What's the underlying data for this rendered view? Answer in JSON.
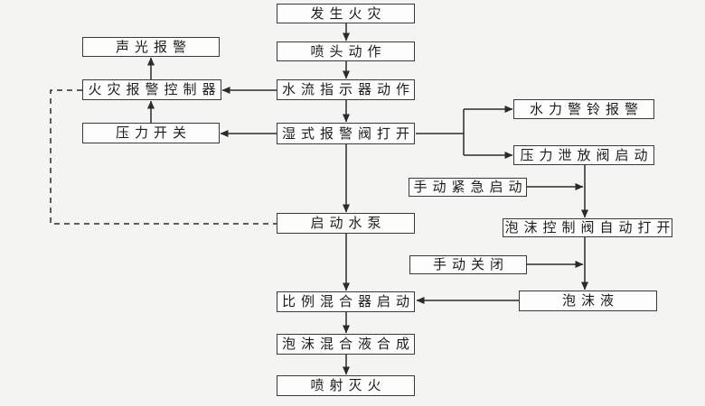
{
  "diagram": {
    "type": "flowchart",
    "description": "foam fire-extinguishing system start-up flow",
    "colors": {
      "background": "#f4f4f2",
      "box_fill": "#fdfdfd",
      "box_border": "#3a3a3a",
      "line": "#2b2b2b",
      "text": "#1c1c1c"
    },
    "nodes": {
      "fire_occurs": {
        "label": "发生火灾"
      },
      "sprinkler_action": {
        "label": "喷头动作"
      },
      "water_flow_indicator": {
        "label": "水流指示器动作"
      },
      "wet_alarm_valve": {
        "label": "湿式报警阀打开"
      },
      "start_pump": {
        "label": "启动水泵"
      },
      "proportional_mixer": {
        "label": "比例混合器启动"
      },
      "foam_mixture_synthesis": {
        "label": "泡沫混合液合成"
      },
      "spray_extinguish": {
        "label": "喷射灭火"
      },
      "sound_light_alarm": {
        "label": "声光报警"
      },
      "fire_alarm_controller": {
        "label": "火灾报警控制器"
      },
      "pressure_switch": {
        "label": "压力开关"
      },
      "hydraulic_alarm_bell": {
        "label": "水力警铃报警"
      },
      "pressure_relief_valve": {
        "label": "压力泄放阀启动"
      },
      "manual_emergency_start": {
        "label": "手动紧急启动"
      },
      "foam_control_valve": {
        "label": "泡沫控制阀自动打开"
      },
      "manual_close": {
        "label": "手动关闭"
      },
      "foam_liquid": {
        "label": "泡沫液"
      }
    },
    "edges": [
      {
        "from": "fire_occurs",
        "to": "sprinkler_action",
        "style": "solid-arrow"
      },
      {
        "from": "sprinkler_action",
        "to": "water_flow_indicator",
        "style": "solid-arrow"
      },
      {
        "from": "water_flow_indicator",
        "to": "wet_alarm_valve",
        "style": "solid-arrow"
      },
      {
        "from": "water_flow_indicator",
        "to": "fire_alarm_controller",
        "style": "solid-arrow"
      },
      {
        "from": "wet_alarm_valve",
        "to": "pressure_switch",
        "style": "solid-arrow"
      },
      {
        "from": "pressure_switch",
        "to": "fire_alarm_controller",
        "style": "solid-arrow"
      },
      {
        "from": "fire_alarm_controller",
        "to": "sound_light_alarm",
        "style": "solid-arrow"
      },
      {
        "from": "wet_alarm_valve",
        "to": "hydraulic_alarm_bell",
        "style": "solid-arrow"
      },
      {
        "from": "wet_alarm_valve",
        "to": "pressure_relief_valve",
        "style": "solid-arrow"
      },
      {
        "from": "wet_alarm_valve",
        "to": "start_pump",
        "style": "solid-arrow"
      },
      {
        "from": "pressure_relief_valve",
        "to": "foam_control_valve",
        "style": "solid-arrow"
      },
      {
        "from": "manual_emergency_start",
        "to": "foam_control_valve",
        "style": "solid-arrow"
      },
      {
        "from": "foam_control_valve",
        "to": "foam_liquid",
        "style": "solid-arrow"
      },
      {
        "from": "manual_close",
        "to": "foam_liquid",
        "style": "solid-arrow"
      },
      {
        "from": "foam_liquid",
        "to": "proportional_mixer",
        "style": "solid-arrow"
      },
      {
        "from": "start_pump",
        "to": "proportional_mixer",
        "style": "solid-arrow"
      },
      {
        "from": "proportional_mixer",
        "to": "foam_mixture_synthesis",
        "style": "solid-arrow"
      },
      {
        "from": "foam_mixture_synthesis",
        "to": "spray_extinguish",
        "style": "solid-arrow"
      },
      {
        "from": "fire_alarm_controller",
        "to": "start_pump",
        "style": "dashed"
      }
    ]
  }
}
